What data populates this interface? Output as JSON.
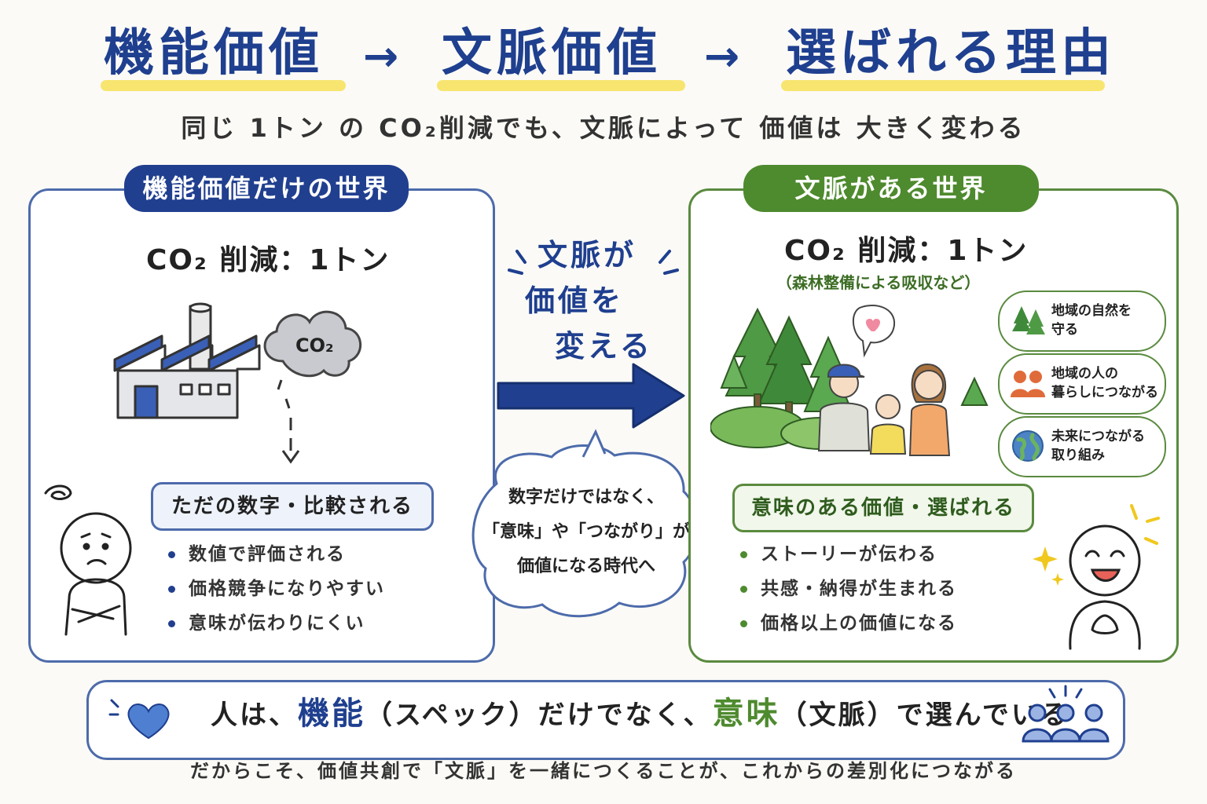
{
  "title": {
    "part1": "機能価値",
    "part2": "文脈価値",
    "part3": "選ばれる理由",
    "arrow": "→"
  },
  "subtitle": "同じ 1トン の CO₂削減でも、文脈によって 価値は 大きく変わる",
  "left_panel": {
    "badge": "機能価値だけの世界",
    "co2_line": "CO₂ 削減：1トン",
    "cloud_label": "CO₂",
    "box_label": "ただの数字・比較される",
    "bullets": [
      "数値で評価される",
      "価格競争になりやすい",
      "意味が伝わりにくい"
    ]
  },
  "center": {
    "headline": [
      "文脈が",
      "価値を",
      "変える"
    ],
    "bubble": [
      "数字だけではなく、",
      "「意味」や「つながり」が",
      "価値になる時代へ"
    ]
  },
  "right_panel": {
    "badge": "文脈がある世界",
    "co2_line": "CO₂ 削減：1トン",
    "note": "（森林整備による吸収など）",
    "pills": [
      {
        "text": "地域の自然を\n守る",
        "icon": "trees-icon"
      },
      {
        "text": "地域の人の\n暮らしにつながる",
        "icon": "people-icon"
      },
      {
        "text": "未来につながる\n取り組み",
        "icon": "globe-icon"
      }
    ],
    "box_label": "意味のある価値・選ばれる",
    "bullets": [
      "ストーリーが伝わる",
      "共感・納得が生まれる",
      "価格以上の価値になる"
    ]
  },
  "bottom": {
    "pre": "人は、",
    "kw1": "機能",
    "mid1": "（スペック）だけでなく、",
    "kw2": "意味",
    "mid2": "（文脈）で選んでいる",
    "sub": "だからこそ、価値共創で「文脈」を一緒につくることが、これからの差別化につながる"
  },
  "colors": {
    "blue": "#213f8f",
    "green": "#4e8a2e",
    "highlight": "#f6e260",
    "heart": "#f08aa0"
  }
}
